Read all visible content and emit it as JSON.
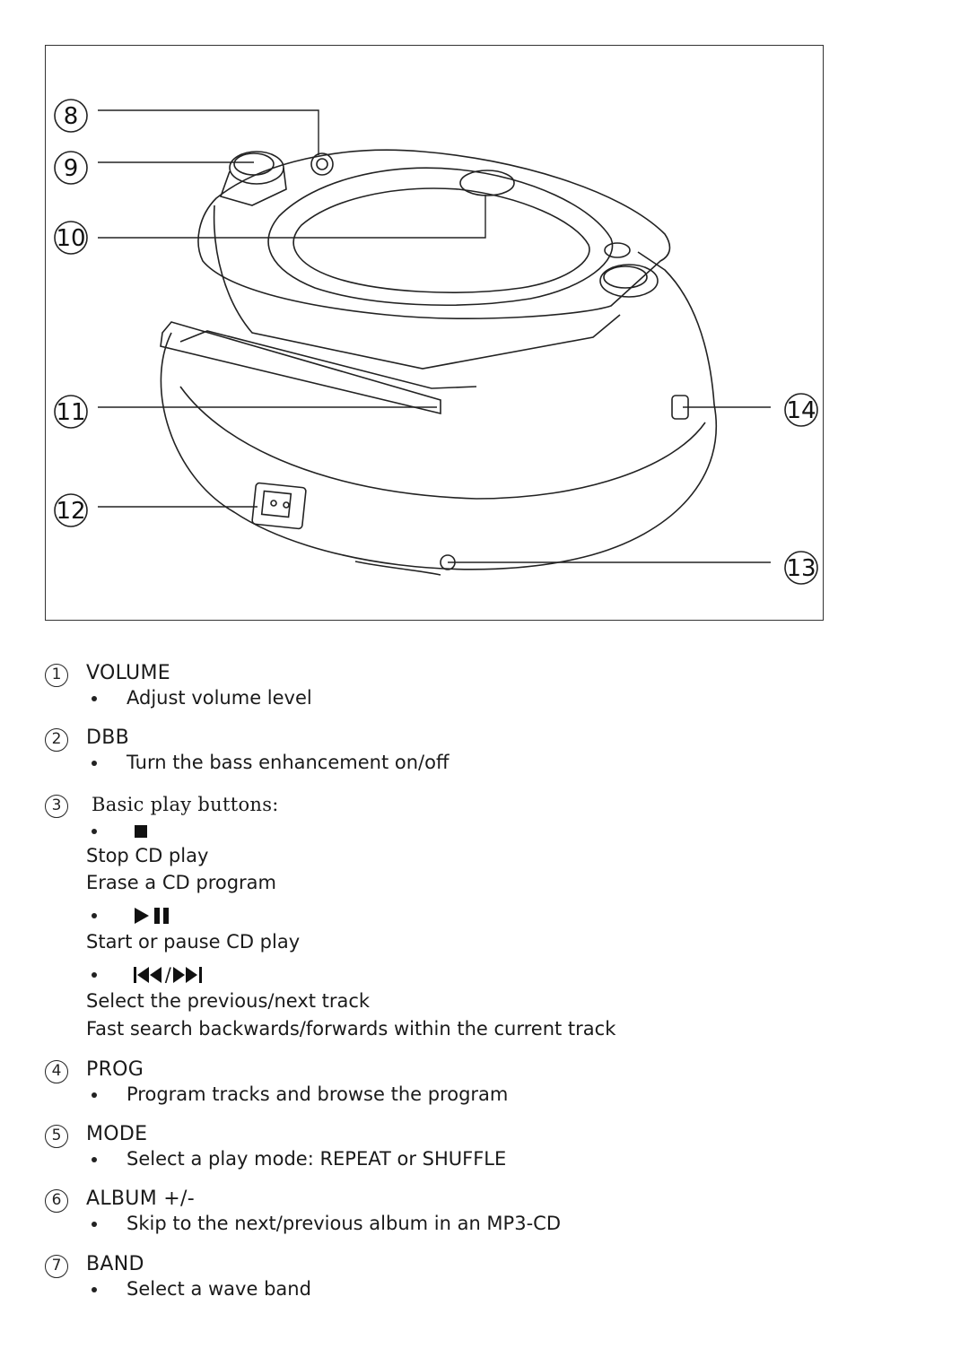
{
  "figure": {
    "callouts": [
      {
        "id": "8",
        "label": "8"
      },
      {
        "id": "9",
        "label": "9"
      },
      {
        "id": "10",
        "label": "10"
      },
      {
        "id": "11",
        "label": "11"
      },
      {
        "id": "12",
        "label": "12"
      },
      {
        "id": "13",
        "label": "13"
      },
      {
        "id": "14",
        "label": "14"
      }
    ]
  },
  "legend": [
    {
      "num": "1",
      "title": "VOLUME",
      "lines": [
        "Adjust volume level"
      ]
    },
    {
      "num": "2",
      "title": "DBB",
      "lines": [
        "Turn the bass enhancement on/off"
      ]
    },
    {
      "num": "3",
      "title": "Basic play buttons:",
      "stop_desc": [
        "Stop CD play",
        "Erase a CD program"
      ],
      "play_desc": [
        "Start or pause CD play"
      ],
      "skip_desc": [
        "Select the previous/next track",
        "Fast search backwards/forwards within the current track"
      ],
      "skip_separator": "/"
    },
    {
      "num": "4",
      "title": "PROG",
      "lines": [
        "Program tracks and browse the program"
      ]
    },
    {
      "num": "5",
      "title": "MODE",
      "lines": [
        "Select a play mode: REPEAT or SHUFFLE"
      ]
    },
    {
      "num": "6",
      "title": "ALBUM +/-",
      "lines": [
        "Skip to the next/previous album in an MP3-CD"
      ]
    },
    {
      "num": "7",
      "title": "BAND",
      "lines": [
        "Select a wave band"
      ]
    }
  ],
  "icons": {
    "stop": "stop-icon",
    "play_pause": "play-pause-icon",
    "prev": "previous-track-icon",
    "next": "next-track-icon"
  }
}
